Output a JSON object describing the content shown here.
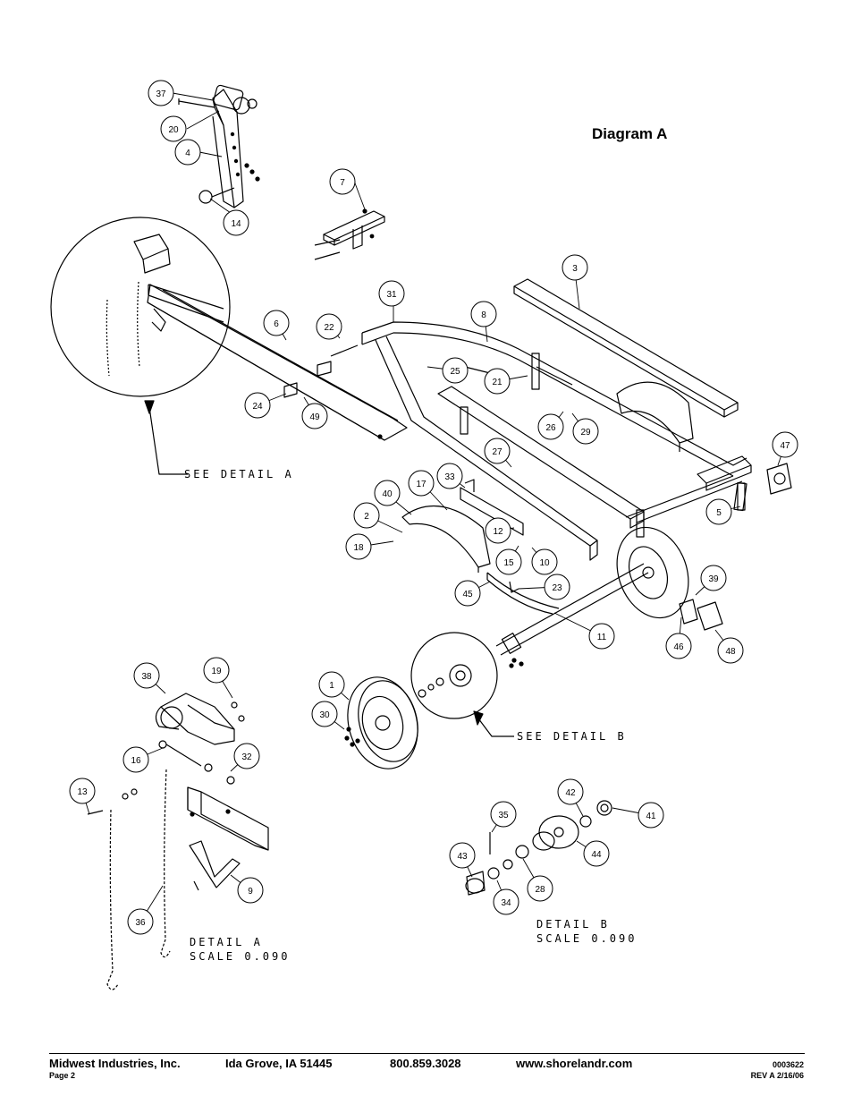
{
  "title": "Diagram A",
  "callouts": [
    "37",
    "20",
    "4",
    "14",
    "7",
    "3",
    "31",
    "8",
    "22",
    "6",
    "25",
    "21",
    "24",
    "49",
    "26",
    "29",
    "47",
    "27",
    "33",
    "17",
    "40",
    "2",
    "12",
    "18",
    "15",
    "10",
    "5",
    "45",
    "23",
    "39",
    "11",
    "46",
    "48",
    "38",
    "19",
    "1",
    "30",
    "16",
    "32",
    "13",
    "9",
    "36",
    "42",
    "41",
    "35",
    "43",
    "44",
    "34",
    "28"
  ],
  "details": {
    "see_detail_a": "SEE DETAIL A",
    "see_detail_b": "SEE DETAIL B",
    "detail_a_title": "DETAIL A",
    "detail_a_scale": "SCALE 0.090",
    "detail_b_title": "DETAIL B",
    "detail_b_scale": "SCALE 0.090"
  },
  "footer": {
    "company": "Midwest Industries, Inc.",
    "location": "Ida Grove, IA  51445",
    "phone": "800.859.3028",
    "website": "www.shorelandr.com",
    "page": "Page 2",
    "doc_number": "0003622",
    "revision": "REV  A  2/16/06"
  }
}
